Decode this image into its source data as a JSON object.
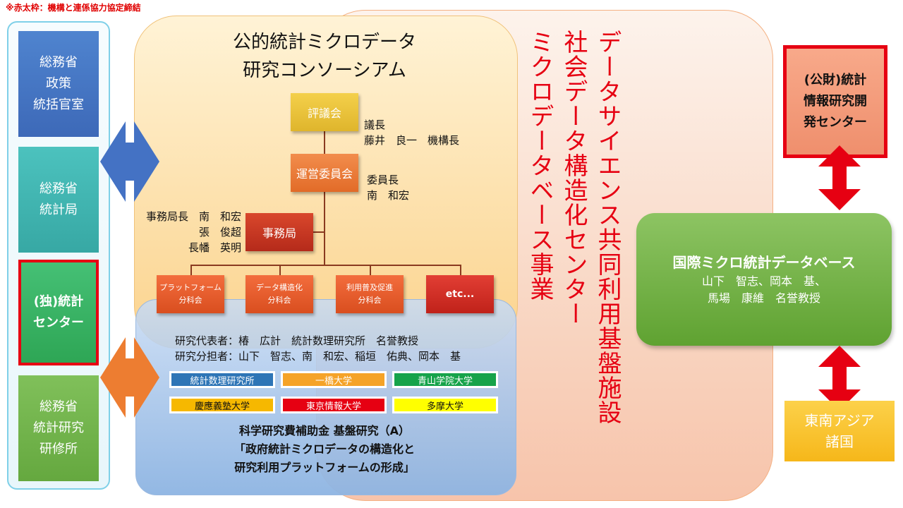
{
  "note": "※赤太枠：機構と連係協力協定締結",
  "left_boxes": [
    {
      "label": "総務省\n政策\n統括官室"
    },
    {
      "label": "総務省\n統計局"
    },
    {
      "label": "(独)統計\nセンター"
    },
    {
      "label": "総務省\n統計研究\n研修所"
    }
  ],
  "consortium": {
    "title_line1": "公的統計ミクロデータ",
    "title_line2": "研究コンソーシアム",
    "gikai": "評議会",
    "gikai_role": "議長\n藤井　良一　機構長",
    "unei": "運営委員会",
    "unei_role": "委員長\n南　和宏",
    "jimu": "事務局",
    "jimu_members": "事務局長　南　和宏\n張　俊超\n長幡　英明",
    "subs": [
      "プラットフォーム\n分科会",
      "データ構造化\n分科会",
      "利用普及促進\n分科会",
      "etc..."
    ]
  },
  "center_vertical": [
    "データサイエンス共同利用基盤施設",
    "社会データ構造化センター",
    "ミクロデータベース事業"
  ],
  "research": {
    "leader": "研究代表者：椿　広計　統計数理研究所　名誉教授",
    "members": "研究分担者：山下　智志、南　和宏、稲垣　佑典、岡本　基",
    "institutions": [
      {
        "name": "統計数理研究所",
        "bg": "#2e75b6",
        "fg": "#ffffff"
      },
      {
        "name": "一橋大学",
        "bg": "#f5a328",
        "fg": "#ffffff"
      },
      {
        "name": "青山学院大学",
        "bg": "#16a34a",
        "fg": "#ffffff"
      },
      {
        "name": "慶應義塾大学",
        "bg": "#f6b800",
        "fg": "#111111"
      },
      {
        "name": "東京情報大学",
        "bg": "#e60012",
        "fg": "#ffffff"
      },
      {
        "name": "多摩大学",
        "bg": "#ffff00",
        "fg": "#111111"
      }
    ],
    "grant_line1": "科学研究費補助金 基盤研究（A）",
    "grant_line2": "「政府統計ミクロデータの構造化と",
    "grant_line3": "研究利用プラットフォームの形成」"
  },
  "right": {
    "box1": "(公財)統計\n情報研究開\n発センター",
    "db_title": "国際ミクロ統計データベース",
    "db_line1": "山下　智志、岡本　基、",
    "db_line2": "馬場　康維　名誉教授",
    "sea": "東南アジア\n諸国"
  },
  "colors": {
    "accent_red": "#e60012",
    "arrow_blue": "#4472c4",
    "arrow_orange": "#ed7d31"
  }
}
